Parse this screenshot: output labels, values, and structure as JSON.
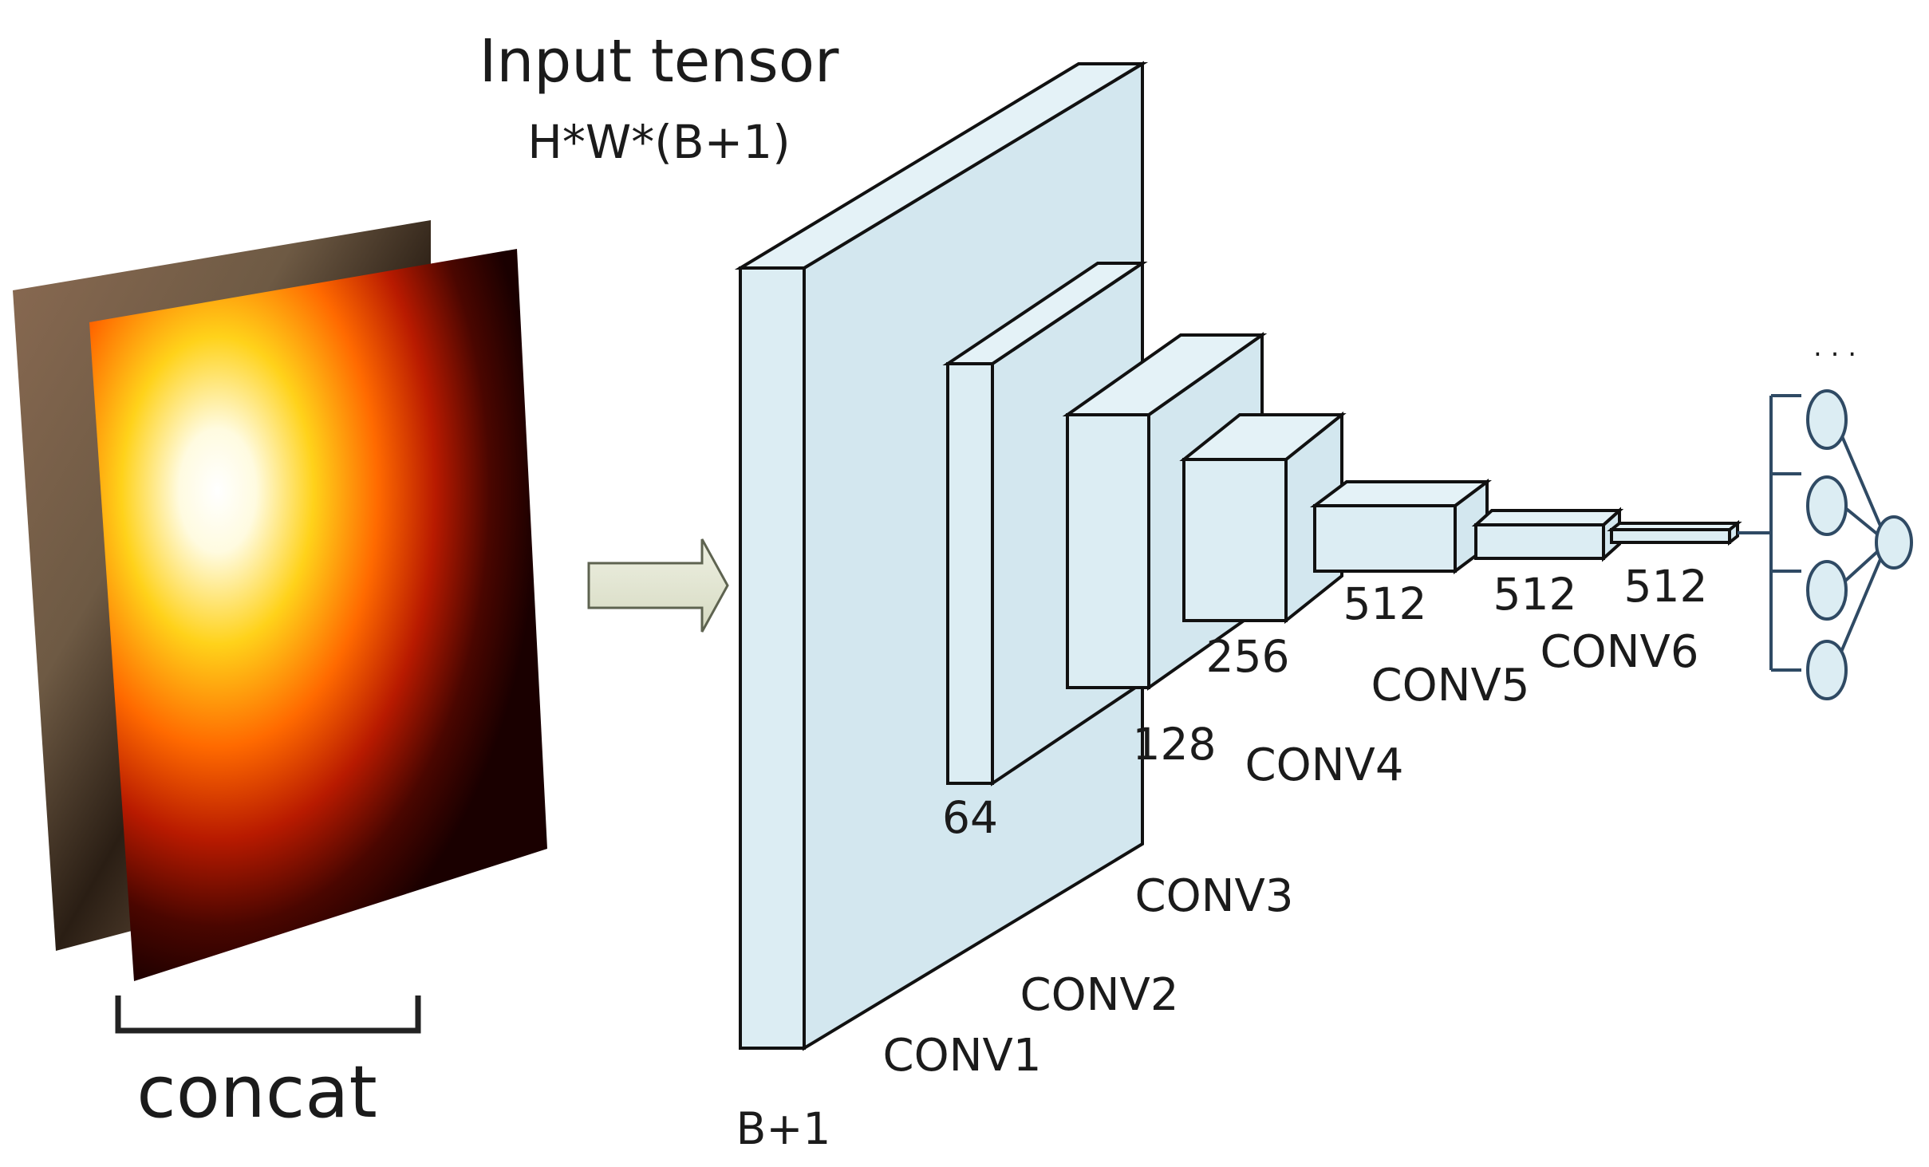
{
  "input_title": "Input tensor",
  "input_shape": "H*W*(B+1)",
  "concat_label": "concat",
  "input_depth_label": "B+1",
  "channel_labels": [
    "64",
    "128",
    "256",
    "512",
    "512",
    "512"
  ],
  "layer_labels": [
    "CONV1",
    "CONV2",
    "CONV3",
    "CONV4",
    "CONV5",
    "CONV6"
  ],
  "fc_ellipsis": ". . .",
  "colors": {
    "block_fill": "#dcedf3",
    "block_stroke": "#111111",
    "arrow_fill": "#e3e6d4",
    "fc_stroke": "#2f4a64"
  }
}
